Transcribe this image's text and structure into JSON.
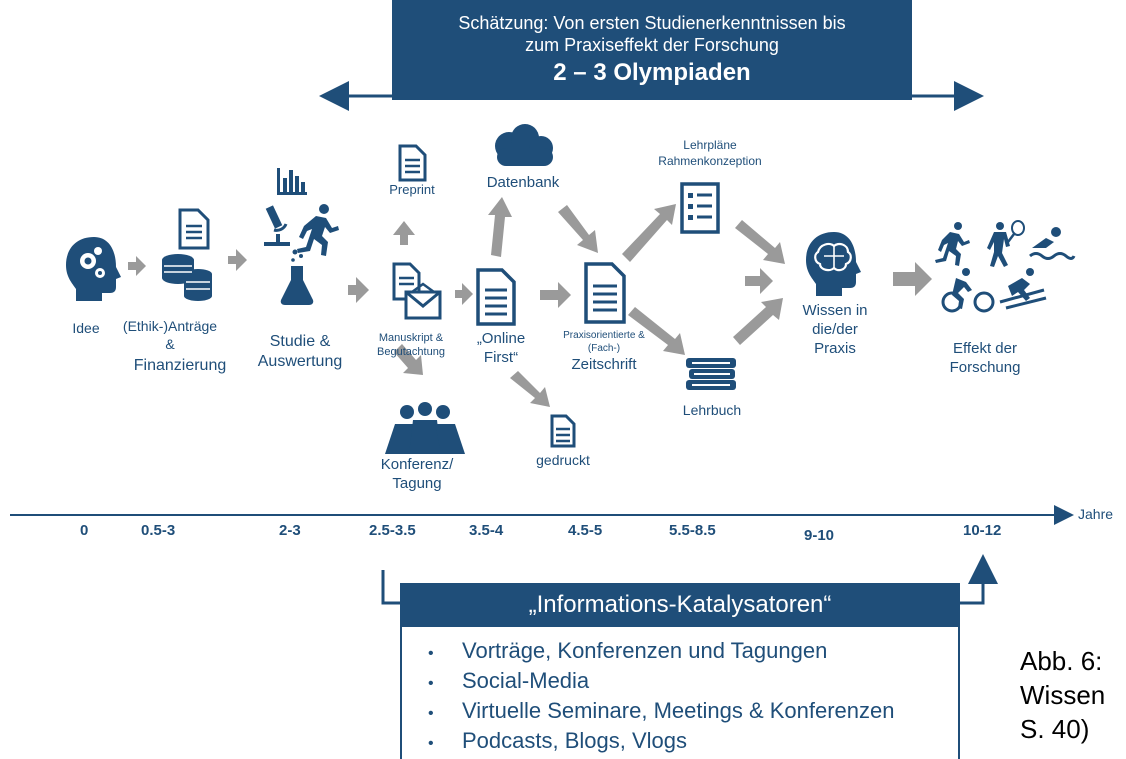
{
  "banner": {
    "line1": "Schätzung: Von ersten Studienerkenntnissen bis",
    "line2": "zum Praxiseffekt der Forschung",
    "line3": "2 – 3 Olympiaden"
  },
  "nodes": {
    "idee": "Idee",
    "antraege_1": "(Ethik-)Anträge",
    "antraege_2": "&",
    "antraege_3": "Finanzierung",
    "studie_1": "Studie &",
    "studie_2": "Auswertung",
    "preprint": "Preprint",
    "manuskript_1": "Manuskript &",
    "manuskript_2": "Begutachtung",
    "konferenz_1": "Konferenz/",
    "konferenz_2": "Tagung",
    "datenbank": "Datenbank",
    "online_1": "„Online",
    "online_2": "First“",
    "gedruckt": "gedruckt",
    "zeitschrift_1": "Praxisorientierte &",
    "zeitschrift_2": "(Fach-)",
    "zeitschrift_3": "Zeitschrift",
    "lehrplaene_1": "Lehrpläne",
    "lehrplaene_2": "Rahmenkonzeption",
    "lehrbuch": "Lehrbuch",
    "wissen_1": "Wissen in",
    "wissen_2": "die/der",
    "wissen_3": "Praxis",
    "effekt_1": "Effekt der",
    "effekt_2": "Forschung"
  },
  "timeline": {
    "axis_label": "Jahre",
    "ticks": [
      "0",
      "0.5-3",
      "2-3",
      "2.5-3.5",
      "3.5-4",
      "4.5-5",
      "5.5-8.5",
      "9-10",
      "10-12"
    ]
  },
  "katalysatoren": {
    "title": "„Informations-Katalysatoren“",
    "items": [
      "Vorträge, Konferenzen und Tagungen",
      "Social-Media",
      "Virtuelle Seminare, Meetings & Konferenzen",
      "Podcasts, Blogs, Vlogs"
    ]
  },
  "caption": {
    "line1": "Abb. 6:",
    "line2": "Wissen",
    "line3": "S. 40)"
  },
  "colors": {
    "primary": "#1f4e79",
    "arrow_gray": "#9a9a9a"
  }
}
